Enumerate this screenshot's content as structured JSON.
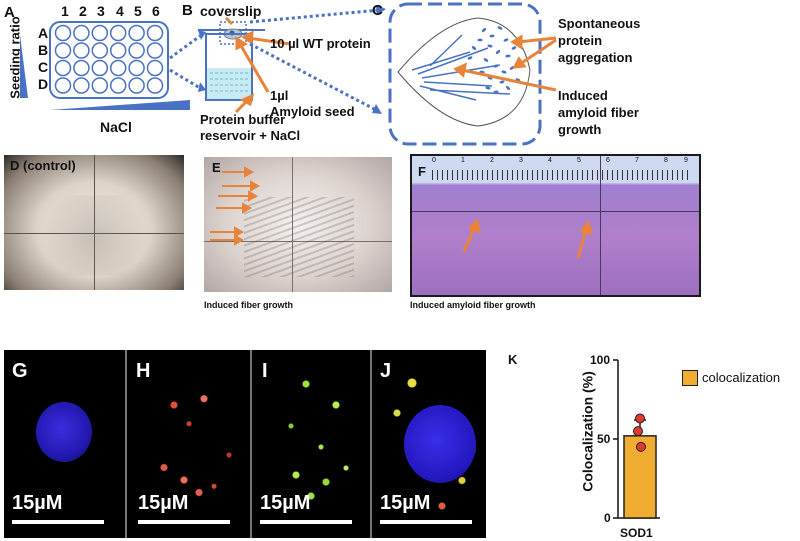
{
  "panels": {
    "A": "A",
    "B": "B",
    "C": "C",
    "D": "D (control)",
    "E": "E",
    "F": "F",
    "G": "G",
    "H": "H",
    "I": "I",
    "J": "J",
    "K": "K"
  },
  "plate": {
    "columns": [
      "1",
      "2",
      "3",
      "4",
      "5",
      "6"
    ],
    "rows": [
      "A",
      "B",
      "C",
      "D"
    ],
    "y_axis_label": "Seeding ratio",
    "x_axis_label": "NaCl"
  },
  "setup": {
    "coverslip": "coverslip",
    "wt_protein": "10 µl WT protein",
    "seed_line1": "1µl",
    "seed_line2": "Amyloid seed",
    "reservoir_line1": "Protein buffer",
    "reservoir_line2": "reservoir + NaCl"
  },
  "drop": {
    "aggregation_line1": "Spontaneous",
    "aggregation_line2": "protein",
    "aggregation_line3": "aggregation",
    "fiber_line1": "Induced",
    "fiber_line2": "amyloid fiber",
    "fiber_line3": "growth"
  },
  "captions": {
    "E": "Induced fiber growth",
    "F": "Induced amyloid fiber growth"
  },
  "ruler_ticks": [
    "0",
    "1",
    "2",
    "3",
    "4",
    "5",
    "6",
    "7",
    "8",
    "9"
  ],
  "scale_label": "15µM",
  "colors": {
    "accent_orange": "#e8843a",
    "dashed_blue": "#4a72c4",
    "bar_fill": "#f0ad32",
    "point_red": "#e23a2a"
  },
  "chart_data": {
    "type": "bar",
    "categories": [
      "SOD1"
    ],
    "values": [
      52
    ],
    "error": [
      10
    ],
    "points": [
      63,
      55,
      45
    ],
    "ylabel": "Colocalization (%)",
    "ylim": [
      0,
      100
    ],
    "yticks": [
      "0",
      "50",
      "100"
    ],
    "legend": "colocalization",
    "legend_position": "top-right"
  }
}
